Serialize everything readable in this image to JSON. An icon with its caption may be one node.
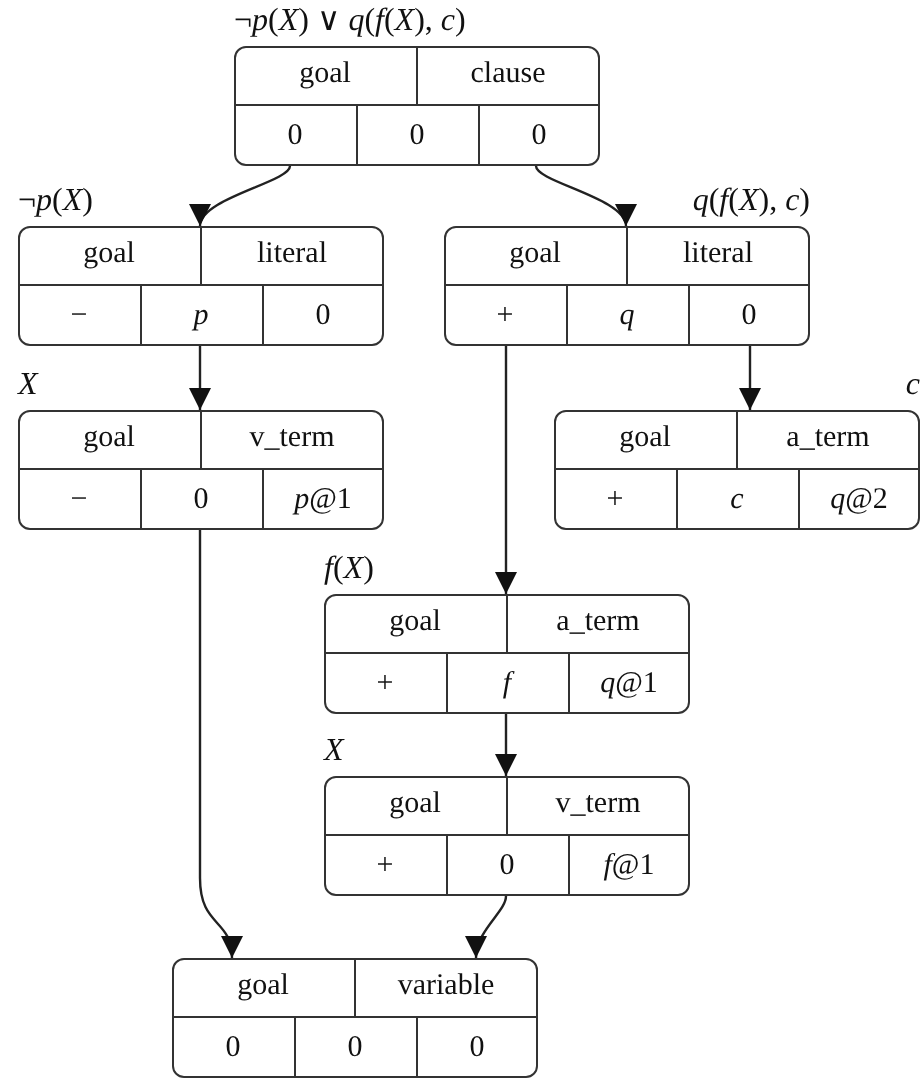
{
  "diagram": {
    "nodes": [
      {
        "text": [
          "¬*p*(*X*) ∨ *q*(*f*(*X*), *c*)",
          "goal",
          "clause",
          "0",
          "0",
          "0"
        ]
      },
      {
        "text": [
          "¬*p*(*X*)",
          "goal",
          "literal",
          "−",
          "*p*",
          "0"
        ]
      },
      {
        "text": [
          "*q*(*f*(*X*), *c*)",
          "goal",
          "literal",
          "+",
          "*q*",
          "0"
        ]
      },
      {
        "text": [
          "*X*",
          "goal",
          "v_term",
          "−",
          "0",
          "*p*@1"
        ]
      },
      {
        "text": [
          "*c*",
          "goal",
          "a_term",
          "+",
          "*c*",
          "*q*@2"
        ]
      },
      {
        "text": [
          "*f*(*X*)",
          "goal",
          "a_term",
          "+",
          "*f*",
          "*q*@1"
        ]
      },
      {
        "text": [
          "*X*",
          "goal",
          "v_term",
          "+",
          "0",
          "*f*@1"
        ]
      },
      {
        "text": [
          "goal",
          "variable",
          "0",
          "0",
          "0"
        ]
      }
    ],
    "edges": [
      {
        "from": 0,
        "to": 1,
        "arrow": "to"
      },
      {
        "from": 0,
        "to": 2,
        "arrow": "to"
      },
      {
        "from": 1,
        "to": 3,
        "arrow": "to"
      },
      {
        "from": 2,
        "to": 4,
        "arrow": "to"
      },
      {
        "from": 2,
        "to": 5,
        "arrow": "to"
      },
      {
        "from": 5,
        "to": 6,
        "arrow": "to"
      },
      {
        "from": 3,
        "to": 7,
        "arrow": "to"
      },
      {
        "from": 6,
        "to": 7,
        "arrow": "to"
      }
    ]
  }
}
